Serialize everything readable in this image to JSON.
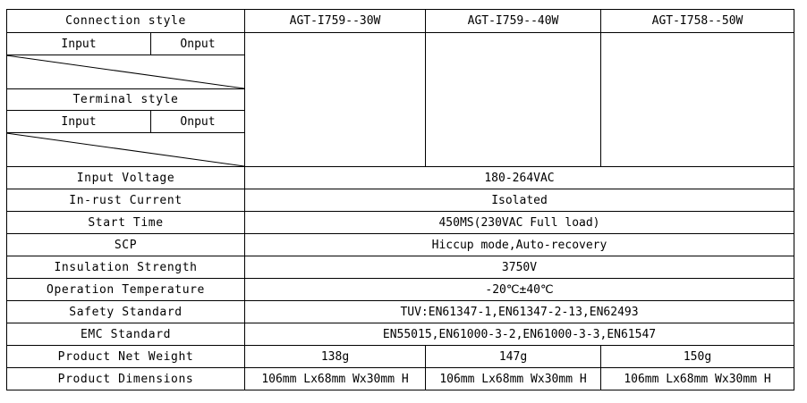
{
  "header": {
    "connection_style": "Connection style",
    "models": [
      "AGT-I759--30W",
      "AGT-I759--40W",
      "AGT-I758--50W"
    ]
  },
  "connection": {
    "input_label": "Input",
    "output_label": "Onput"
  },
  "terminal": {
    "title": "Terminal style",
    "input_label": "Input",
    "output_label": "Onput"
  },
  "specs": [
    {
      "label": "Input Voltage",
      "value": "180-264VAC"
    },
    {
      "label": "In-rust Current",
      "value": "Isolated"
    },
    {
      "label": "Start Time",
      "value": "450MS(230VAC Full load)"
    },
    {
      "label": "SCP",
      "value": "Hiccup mode,Auto-recovery"
    },
    {
      "label": "Insulation Strength",
      "value": "3750V"
    },
    {
      "label": "Operation Temperature",
      "value": "-20℃±40℃"
    },
    {
      "label": "Safety Standard",
      "value": "TUV:EN61347-1,EN61347-2-13,EN62493"
    },
    {
      "label": "EMC Standard",
      "value": "EN55015,EN61000-3-2,EN61000-3-3,EN61547"
    }
  ],
  "weight": {
    "label": "Product Net Weight",
    "values": [
      "138g",
      "147g",
      "150g"
    ]
  },
  "dimensions": {
    "label": "Product Dimensions",
    "values": [
      "106mm Lx68mm Wx30mm H",
      "106mm Lx68mm Wx30mm H",
      "106mm Lx68mm Wx30mm H"
    ]
  }
}
